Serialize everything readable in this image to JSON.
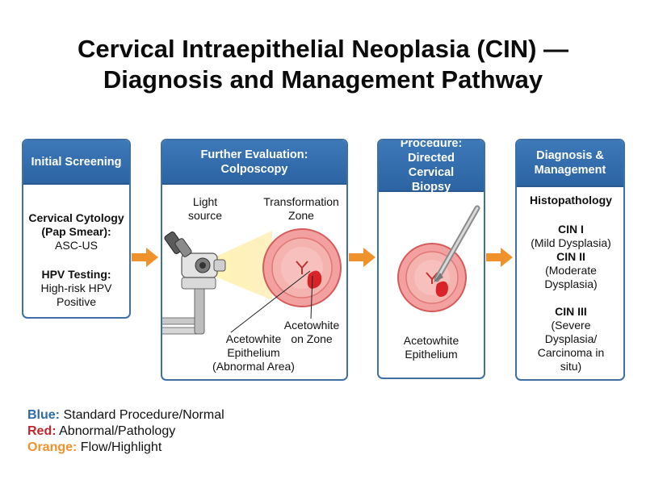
{
  "title": {
    "line1": "Cervical Intraepithelial Neoplasia (CIN) —",
    "line2": "Diagnosis and Management Pathway"
  },
  "panel1": {
    "header": "Initial Screening",
    "cytology_label": "Cervical Cytology (Pap Smear):",
    "cytology_value": "ASC-US",
    "hpv_label": "HPV Testing:",
    "hpv_value": "High-risk HPV Positive"
  },
  "panel2": {
    "header_line1": "Further Evaluation:",
    "header_line2": "Colposcopy",
    "light_source": [
      "Light",
      "source"
    ],
    "transformation_zone": [
      "Transformation",
      "Zone"
    ],
    "acetowhite_zone": [
      "Acetowhite",
      "on Zone"
    ],
    "acetowhite_epithelium": [
      "Acetowhite",
      "Epithelium",
      "(Abnormal Area)"
    ]
  },
  "panel3": {
    "header": [
      "Procedure:",
      "Directed Cervical",
      "Biopsy"
    ],
    "acetowhite_epithelium": [
      "Acetowhite",
      "Epithelium"
    ]
  },
  "panel4": {
    "header": [
      "Diagnosis &",
      "Management"
    ],
    "histopathology": "Histopathology",
    "cin1": "CIN I",
    "cin1_desc": "(Mild Dysplasia)",
    "cin2": "CIN II",
    "cin2_desc": [
      "(Moderate",
      "Dysplasia)"
    ],
    "cin3": "CIN III",
    "cin3_desc": [
      "(Severe",
      "Dysplasia/",
      "Carcinoma in",
      "situ)"
    ]
  },
  "legend": [
    {
      "key": "Blue:",
      "text": " Standard Procedure/Normal",
      "color": "#2f6aa8"
    },
    {
      "key": "Red:",
      "text": " Abnormal/Pathology",
      "color": "#c0282d"
    },
    {
      "key": "Orange:",
      "text": " Flow/Highlight",
      "color": "#f0922b"
    }
  ],
  "colors": {
    "blue": "#2f6aa8",
    "red": "#c0282d",
    "orange": "#f0922b",
    "cervix_pink": "#f08f8f"
  },
  "icons": [
    "colposcope-icon",
    "cervix-icon",
    "biopsy-forceps-icon",
    "flow-arrow-icon"
  ]
}
